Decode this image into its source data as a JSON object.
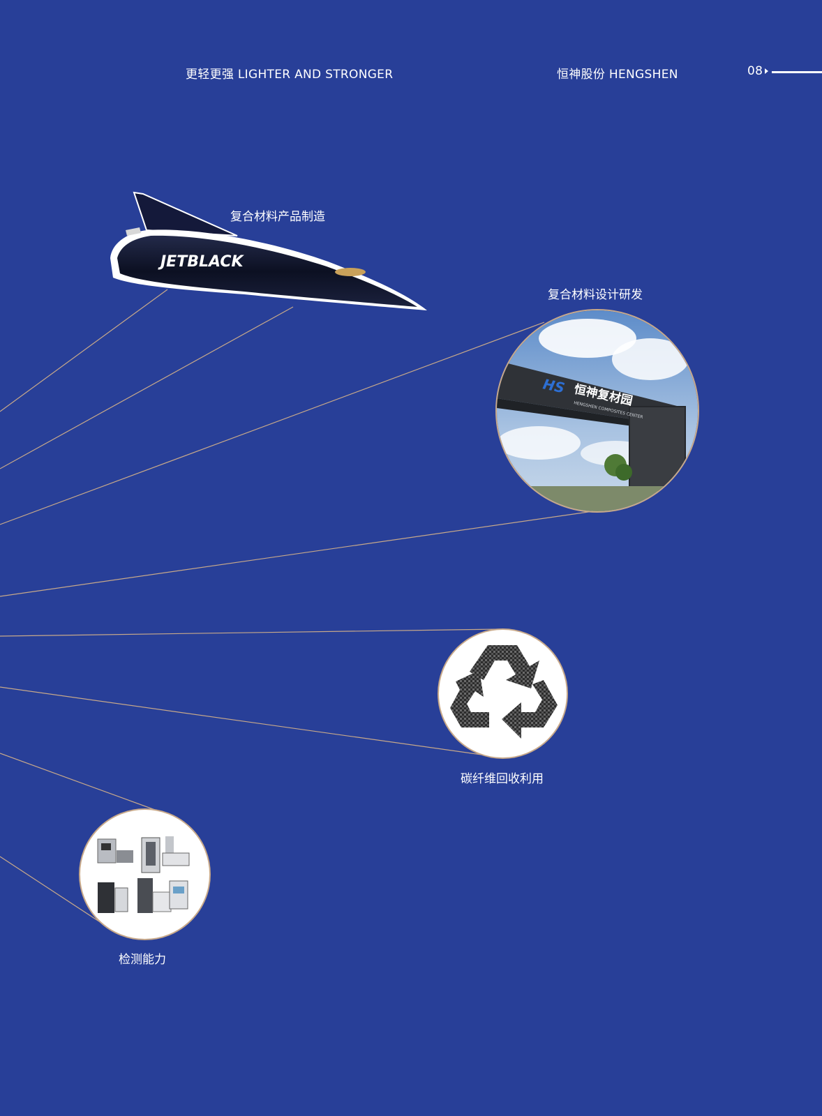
{
  "header": {
    "title_left": "更轻更强  LIGHTER AND STRONGER",
    "title_right": "恒神股份  HENGSHEN",
    "page_number": "08"
  },
  "items": {
    "manufacturing": {
      "label": "复合材料产品制造",
      "jet_text": "JETBLACK"
    },
    "rd": {
      "label": "复合材料设计研发",
      "sign_logo": "HS",
      "sign_text": "恒神复材园",
      "sign_subtext": "HENGSHEN COMPOSITES CENTER"
    },
    "recycle": {
      "label": "碳纤维回收利用"
    },
    "testing": {
      "label": "检测能力"
    }
  },
  "colors": {
    "background": "#283f98",
    "line": "#c8a98a",
    "text": "#ffffff"
  }
}
